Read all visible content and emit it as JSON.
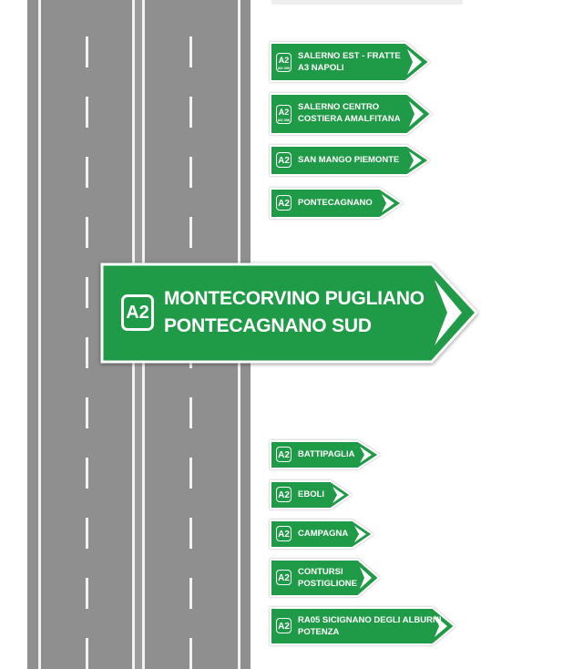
{
  "colors": {
    "sign_green": "#1f9a46",
    "road_gray": "#8f8f8f",
    "line_white": "#f2f2f2"
  },
  "main_sign": {
    "badge": "A2",
    "line1": "MONTECORVINO PUGLIANO",
    "line2": "PONTECAGNANO SUD"
  },
  "upper_signs": [
    {
      "badge": "A2",
      "badge_sub": "AD 000",
      "line1": "SALERNO EST - FRATTE",
      "line2": "A3 NAPOLI"
    },
    {
      "badge": "A2",
      "badge_sub": "AD 000",
      "line1": "SALERNO CENTRO",
      "line2": "COSTIERA AMALFITANA"
    },
    {
      "badge": "A2",
      "line1": "SAN MANGO PIEMONTE"
    },
    {
      "badge": "A2",
      "line1": "PONTECAGNANO"
    }
  ],
  "lower_signs": [
    {
      "badge": "A2",
      "line1": "BATTIPAGLIA"
    },
    {
      "badge": "A2",
      "line1": "EBOLI"
    },
    {
      "badge": "A2",
      "line1": "CAMPAGNA"
    },
    {
      "badge": "A2",
      "line1": "CONTURSI",
      "line2": "POSTIGLIONE"
    },
    {
      "badge": "A2",
      "line1": "RA05 SICIGNANO DEGLI ALBURNI",
      "line2": "POTENZA"
    }
  ]
}
